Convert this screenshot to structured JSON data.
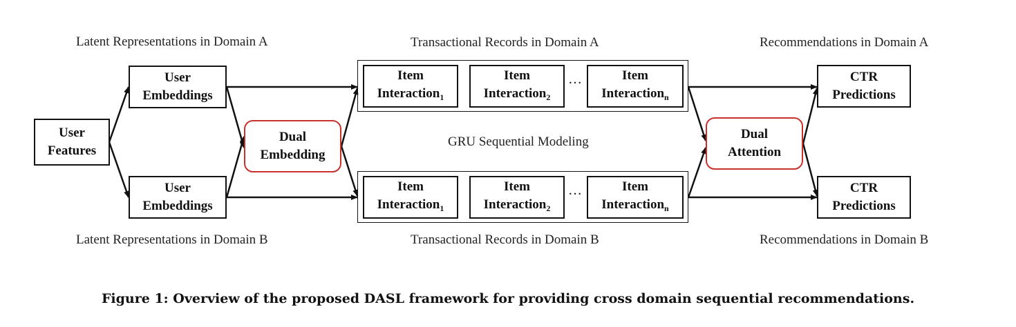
{
  "labels": {
    "latent_a": "Latent Representations in Domain A",
    "latent_b": "Latent Representations in Domain B",
    "records_a": "Transactional Records in Domain A",
    "records_b": "Transactional Records in Domain B",
    "recs_a": "Recommendations in Domain A",
    "recs_b": "Recommendations in Domain B",
    "gru": "GRU Sequential Modeling"
  },
  "nodes": {
    "user_features": [
      "User",
      "Features"
    ],
    "user_emb_a": [
      "User",
      "Embeddings"
    ],
    "user_emb_b": [
      "User",
      "Embeddings"
    ],
    "dual_embedding": [
      "Dual",
      "Embedding"
    ],
    "dual_attention": [
      "Dual",
      "Attention"
    ],
    "ctr_a": [
      "CTR",
      "Predictions"
    ],
    "ctr_b": [
      "CTR",
      "Predictions"
    ],
    "item_word": "Item",
    "interaction_word": "Interaction",
    "subscripts": [
      "1",
      "2",
      "n"
    ],
    "ellipsis": "…"
  },
  "caption": "Figure 1: Overview of the proposed DASL framework for providing cross domain sequential recommendations.",
  "colors": {
    "accent_border": "#c8302c",
    "line": "#111111"
  }
}
